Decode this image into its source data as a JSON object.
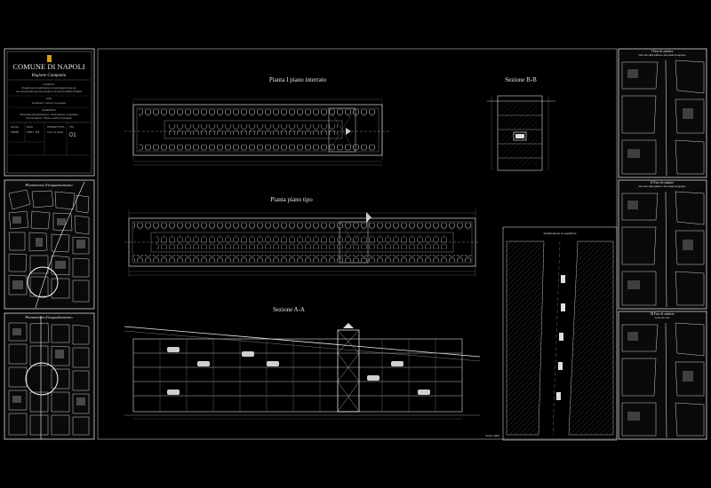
{
  "cartiglio": {
    "ente": "COMUNE DI NAPOLI",
    "regione": "Regione Campania",
    "lines": [
      "OGGETTO",
      "Progetto per la realizzazione di parcheggi interrati ad",
      "uso pertinenziale per posto privato e via servizi pubblici di Napoli",
      "SITO",
      "Via Rossini / Corso A. de Gasperi",
      "ELABORATO",
      "Planimetria d'inquadramento - Sistemazione in superficie",
      "Fasi di cantiere - Piante e sezioni di progetto"
    ],
    "small": [
      "SCALA",
      "Varie",
      "DATA",
      "Gen. 04",
      "PROGETTISTA",
      "Arch. M. Rossi",
      "TAV.",
      "01"
    ]
  },
  "left_maps": [
    {
      "label": "Planimetria d'inquadramento"
    },
    {
      "label": "Planimetria d'inquadramento"
    }
  ],
  "titles": {
    "pianta_interrato": "Pianta I piano interrato",
    "sezione_bb": "Sezione B-B",
    "pianta_tipo": "Pianta piano tipo",
    "sezione_aa": "Sezione A-A"
  },
  "right_panels": [
    {
      "label": "I Fase di cantiere",
      "sub": "Stato visto dalla pubblica e fasi attuale di esproprio"
    },
    {
      "label": "II Fase di cantiere",
      "sub": "Stato visto dalla pubblica e fasi attuale di esproprio"
    },
    {
      "label": "III Fase di cantiere",
      "sub": "Lavoro in corso"
    }
  ],
  "superficie": {
    "label": "Sistemazione in superficie",
    "scale": "Scala 1:200"
  }
}
